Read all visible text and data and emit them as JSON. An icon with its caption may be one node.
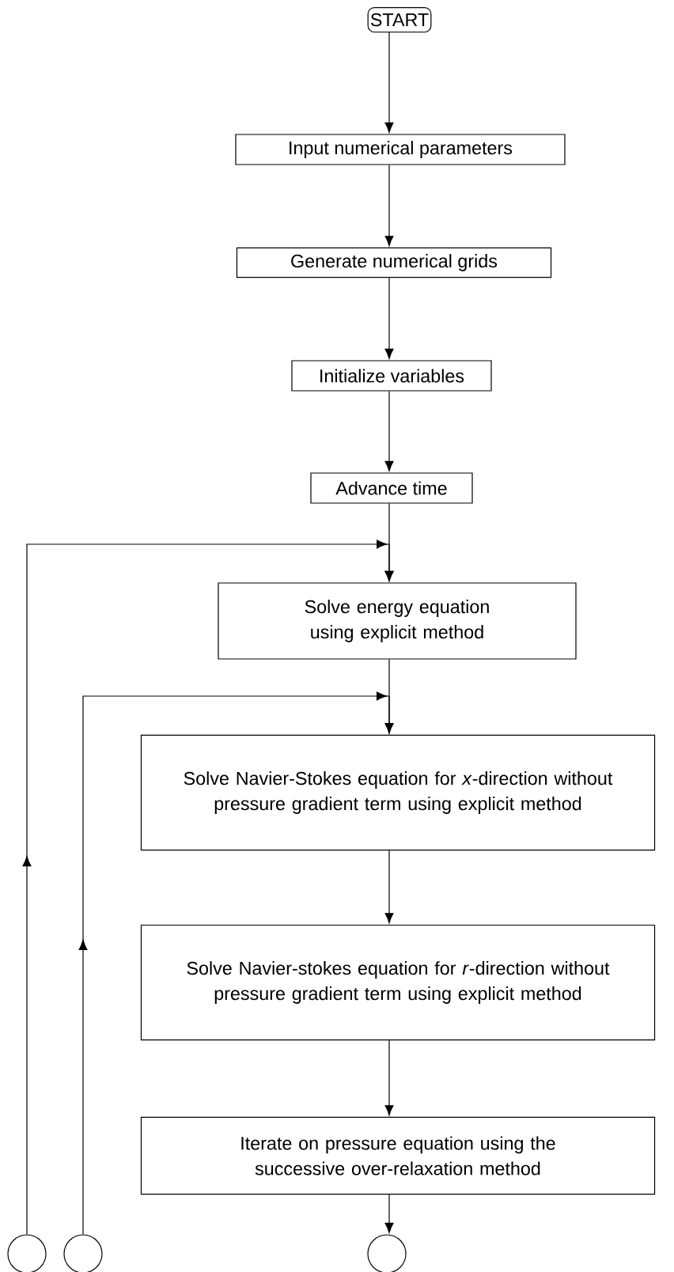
{
  "diagram": {
    "nodes": [
      {
        "text": [
          "START"
        ]
      },
      {
        "text": [
          "Input numerical parameters"
        ]
      },
      {
        "text": [
          "Generate numerical grids"
        ]
      },
      {
        "text": [
          "Initialize variables"
        ]
      },
      {
        "text": [
          "Advance time"
        ]
      },
      {
        "text": [
          "Solve energy equation using explicit method"
        ]
      },
      {
        "text": [
          "Solve Navier-Stokes equation for *x*-direction without pressure gradient term using explicit method"
        ]
      },
      {
        "text": [
          "Solve Navier-stokes equation for *r*-direction without pressure gradient term using explicit method"
        ]
      },
      {
        "text": [
          "Iterate on pressure equation using the successive over-relaxation method"
        ]
      },
      {
        "text": [],
        "shape": "circle"
      },
      {
        "text": [],
        "shape": "circle"
      },
      {
        "text": [],
        "shape": "circle"
      }
    ],
    "edges": [
      {
        "from": 0,
        "to": 1,
        "arrow": "to"
      },
      {
        "from": 1,
        "to": 2,
        "arrow": "to"
      },
      {
        "from": 2,
        "to": 3,
        "arrow": "to"
      },
      {
        "from": 3,
        "to": 4,
        "arrow": "to"
      },
      {
        "from": 4,
        "to": 5,
        "arrow": "to"
      },
      {
        "from": 9,
        "to": 5,
        "arrow": "to"
      },
      {
        "from": 5,
        "to": 6,
        "arrow": "to"
      },
      {
        "from": 10,
        "to": 6,
        "arrow": "to"
      },
      {
        "from": 6,
        "to": 7,
        "arrow": "to"
      },
      {
        "from": 7,
        "to": 8,
        "arrow": "to"
      },
      {
        "from": 8,
        "to": 11,
        "arrow": "to"
      }
    ]
  }
}
